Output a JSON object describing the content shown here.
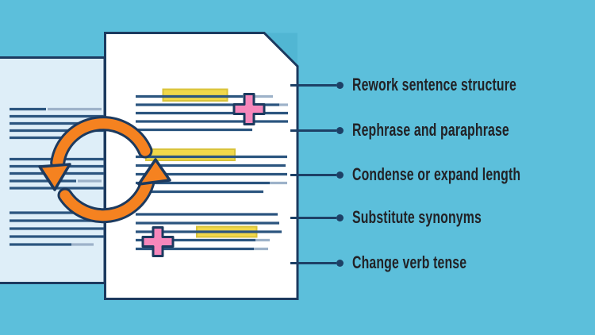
{
  "callouts": {
    "items": [
      {
        "label": "Rework sentence structure"
      },
      {
        "label": "Rephrase and paraphrase"
      },
      {
        "label": "Condense or expand length"
      },
      {
        "label": "Substitute synonyms"
      },
      {
        "label": "Change verb tense"
      }
    ]
  },
  "illustration": {
    "back_page_icon": "document-page",
    "front_page_icon": "document-page-folded-corner",
    "cycle_icon": "sync-arrows",
    "addition_icon": "plus-sign",
    "highlight_icon": "yellow-highlight-bar",
    "bullet_icon": "dot-bullet"
  },
  "palette": {
    "background": "#5cbfdb",
    "outline_navy": "#1c3a5f",
    "doc_line_blue": "#2b557f",
    "doc_line_light": "#9db2c9",
    "front_page": "#ffffff",
    "back_page": "#deeef8",
    "fold_teal": "#51b6d3",
    "highlight_yellow": "#f1d84a",
    "highlight_edge": "#d9c33a",
    "plus_pink": "#f687bb",
    "arrow_orange": "#f58220",
    "connector_navy": "#1d4066",
    "label_text": "#222226"
  }
}
